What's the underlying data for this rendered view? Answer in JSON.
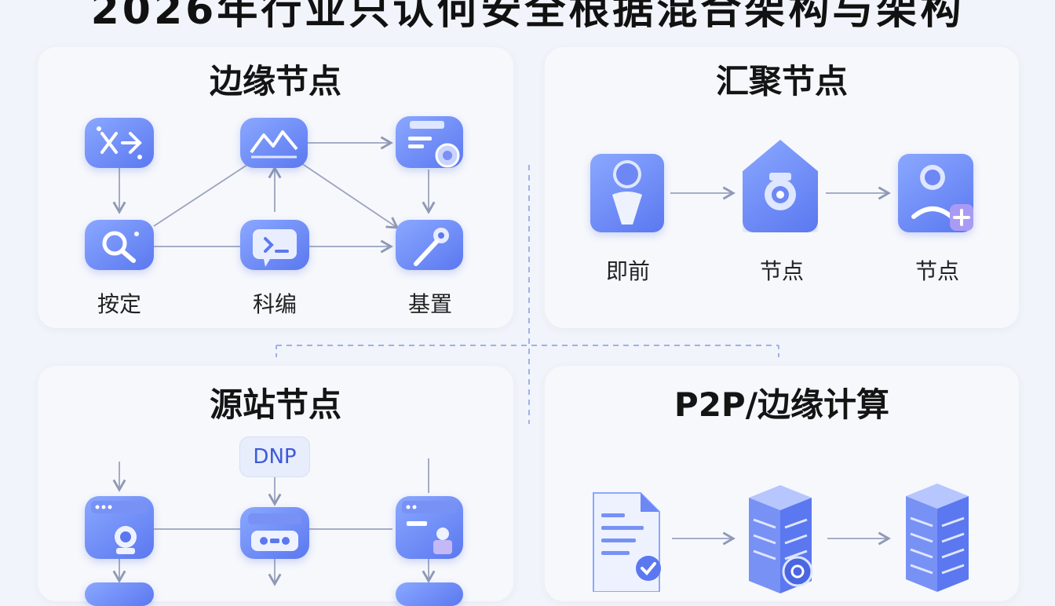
{
  "title": "2026年行业只认何安全根据混合架构与架构",
  "panels": {
    "edge": {
      "title": "边缘节点",
      "labels": [
        "按定",
        "科编",
        "基置"
      ],
      "icons": [
        "network-icon",
        "chart-wave-icon",
        "device-settings-icon",
        "search-icon",
        "chat-screen-icon",
        "pin-tool-icon"
      ]
    },
    "aggregation": {
      "title": "汇聚节点",
      "labels": [
        "即前",
        "节点",
        "节点"
      ],
      "icons": [
        "user-shield-icon",
        "camera-home-icon",
        "user-add-icon"
      ]
    },
    "origin": {
      "title": "源站节点",
      "badge": "DNP",
      "icons": [
        "browser-camera-icon",
        "router-icon",
        "browser-user-icon"
      ]
    },
    "p2p": {
      "title": "P2P/边缘计算",
      "icons": [
        "document-check-icon",
        "server-stack-icon",
        "server-stack-icon"
      ]
    }
  },
  "colors": {
    "accent": "#5b78f0",
    "accent_light": "#8aa8ff",
    "line": "#9aa4be",
    "divider": "#9fb2e6"
  }
}
